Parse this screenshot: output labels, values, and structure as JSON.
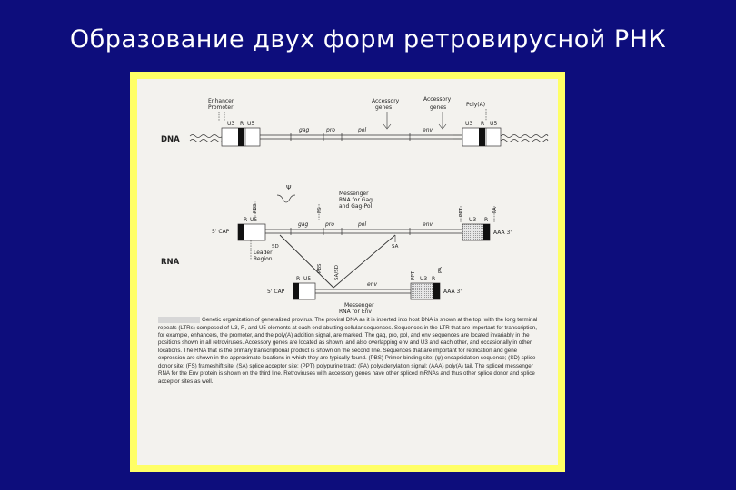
{
  "slide": {
    "title": "Образование двух форм ретровирусной РНК"
  },
  "figure": {
    "labels": {
      "enhancer_promoter": [
        "Enhancer",
        "Promoter"
      ],
      "accessory_genes_1": [
        "Accessory",
        "genes"
      ],
      "accessory_genes_2": [
        "Accessory",
        "genes"
      ],
      "poly_a": "Poly(A)",
      "u3": "U3",
      "r": "R",
      "u5": "U5",
      "gag": "gag",
      "pro": "pro",
      "pol": "pol",
      "env": "env",
      "dna": "DNA",
      "rna": "RNA",
      "psi": "Ψ",
      "pbs": "PBS",
      "fs": "FS",
      "ppt": "PPT",
      "pa": "PA",
      "messenger_gag": [
        "Messenger",
        "RNA for Gag",
        "and Gag-Pol"
      ],
      "cap": "5' CAP",
      "aaa": "AAA 3'",
      "sd": "SD",
      "sa": "SA",
      "sa_sd": "SA/SD",
      "leader_region": [
        "Leader",
        "Region"
      ],
      "messenger_env": [
        "Messenger",
        "RNA for Env"
      ]
    },
    "caption": "Genetic organization of generalized provirus. The proviral DNA as it is inserted into host DNA is shown at the top, with the long terminal repeats (LTRs) composed of U3, R, and U5 elements at each end abutting cellular sequences. Sequences in the LTR that are important for transcription, for example, enhancers, the promoter, and the poly(A) addition signal, are marked. The gag, pro, pol, and env sequences are located invariably in the positions shown in all retroviruses. Accessory genes are located as shown, and also overlapping env and U3 and each other, and occasionally in other locations. The RNA that is the primary transcriptional product is shown on the second line. Sequences that are important for replication and gene expression are shown in the approximate locations in which they are typically found. (PBS) Primer-binding site; (ψ) encapsidation sequence; (SD) splice donor site; (FS) frameshift site; (SA) splice acceptor site; (PPT) polypurine tract; (PA) polyadenylation signal; (AAA) poly(A) tail. The spliced messenger RNA for the Env protein is shown on the third line. Retroviruses with accessory genes have other spliced mRNAs and thus other splice donor and splice acceptor sites as well."
  },
  "colors": {
    "background": "#0d0d7c",
    "frame": "#ffff66",
    "paper": "#f3f2ee",
    "ink": "#222222"
  }
}
